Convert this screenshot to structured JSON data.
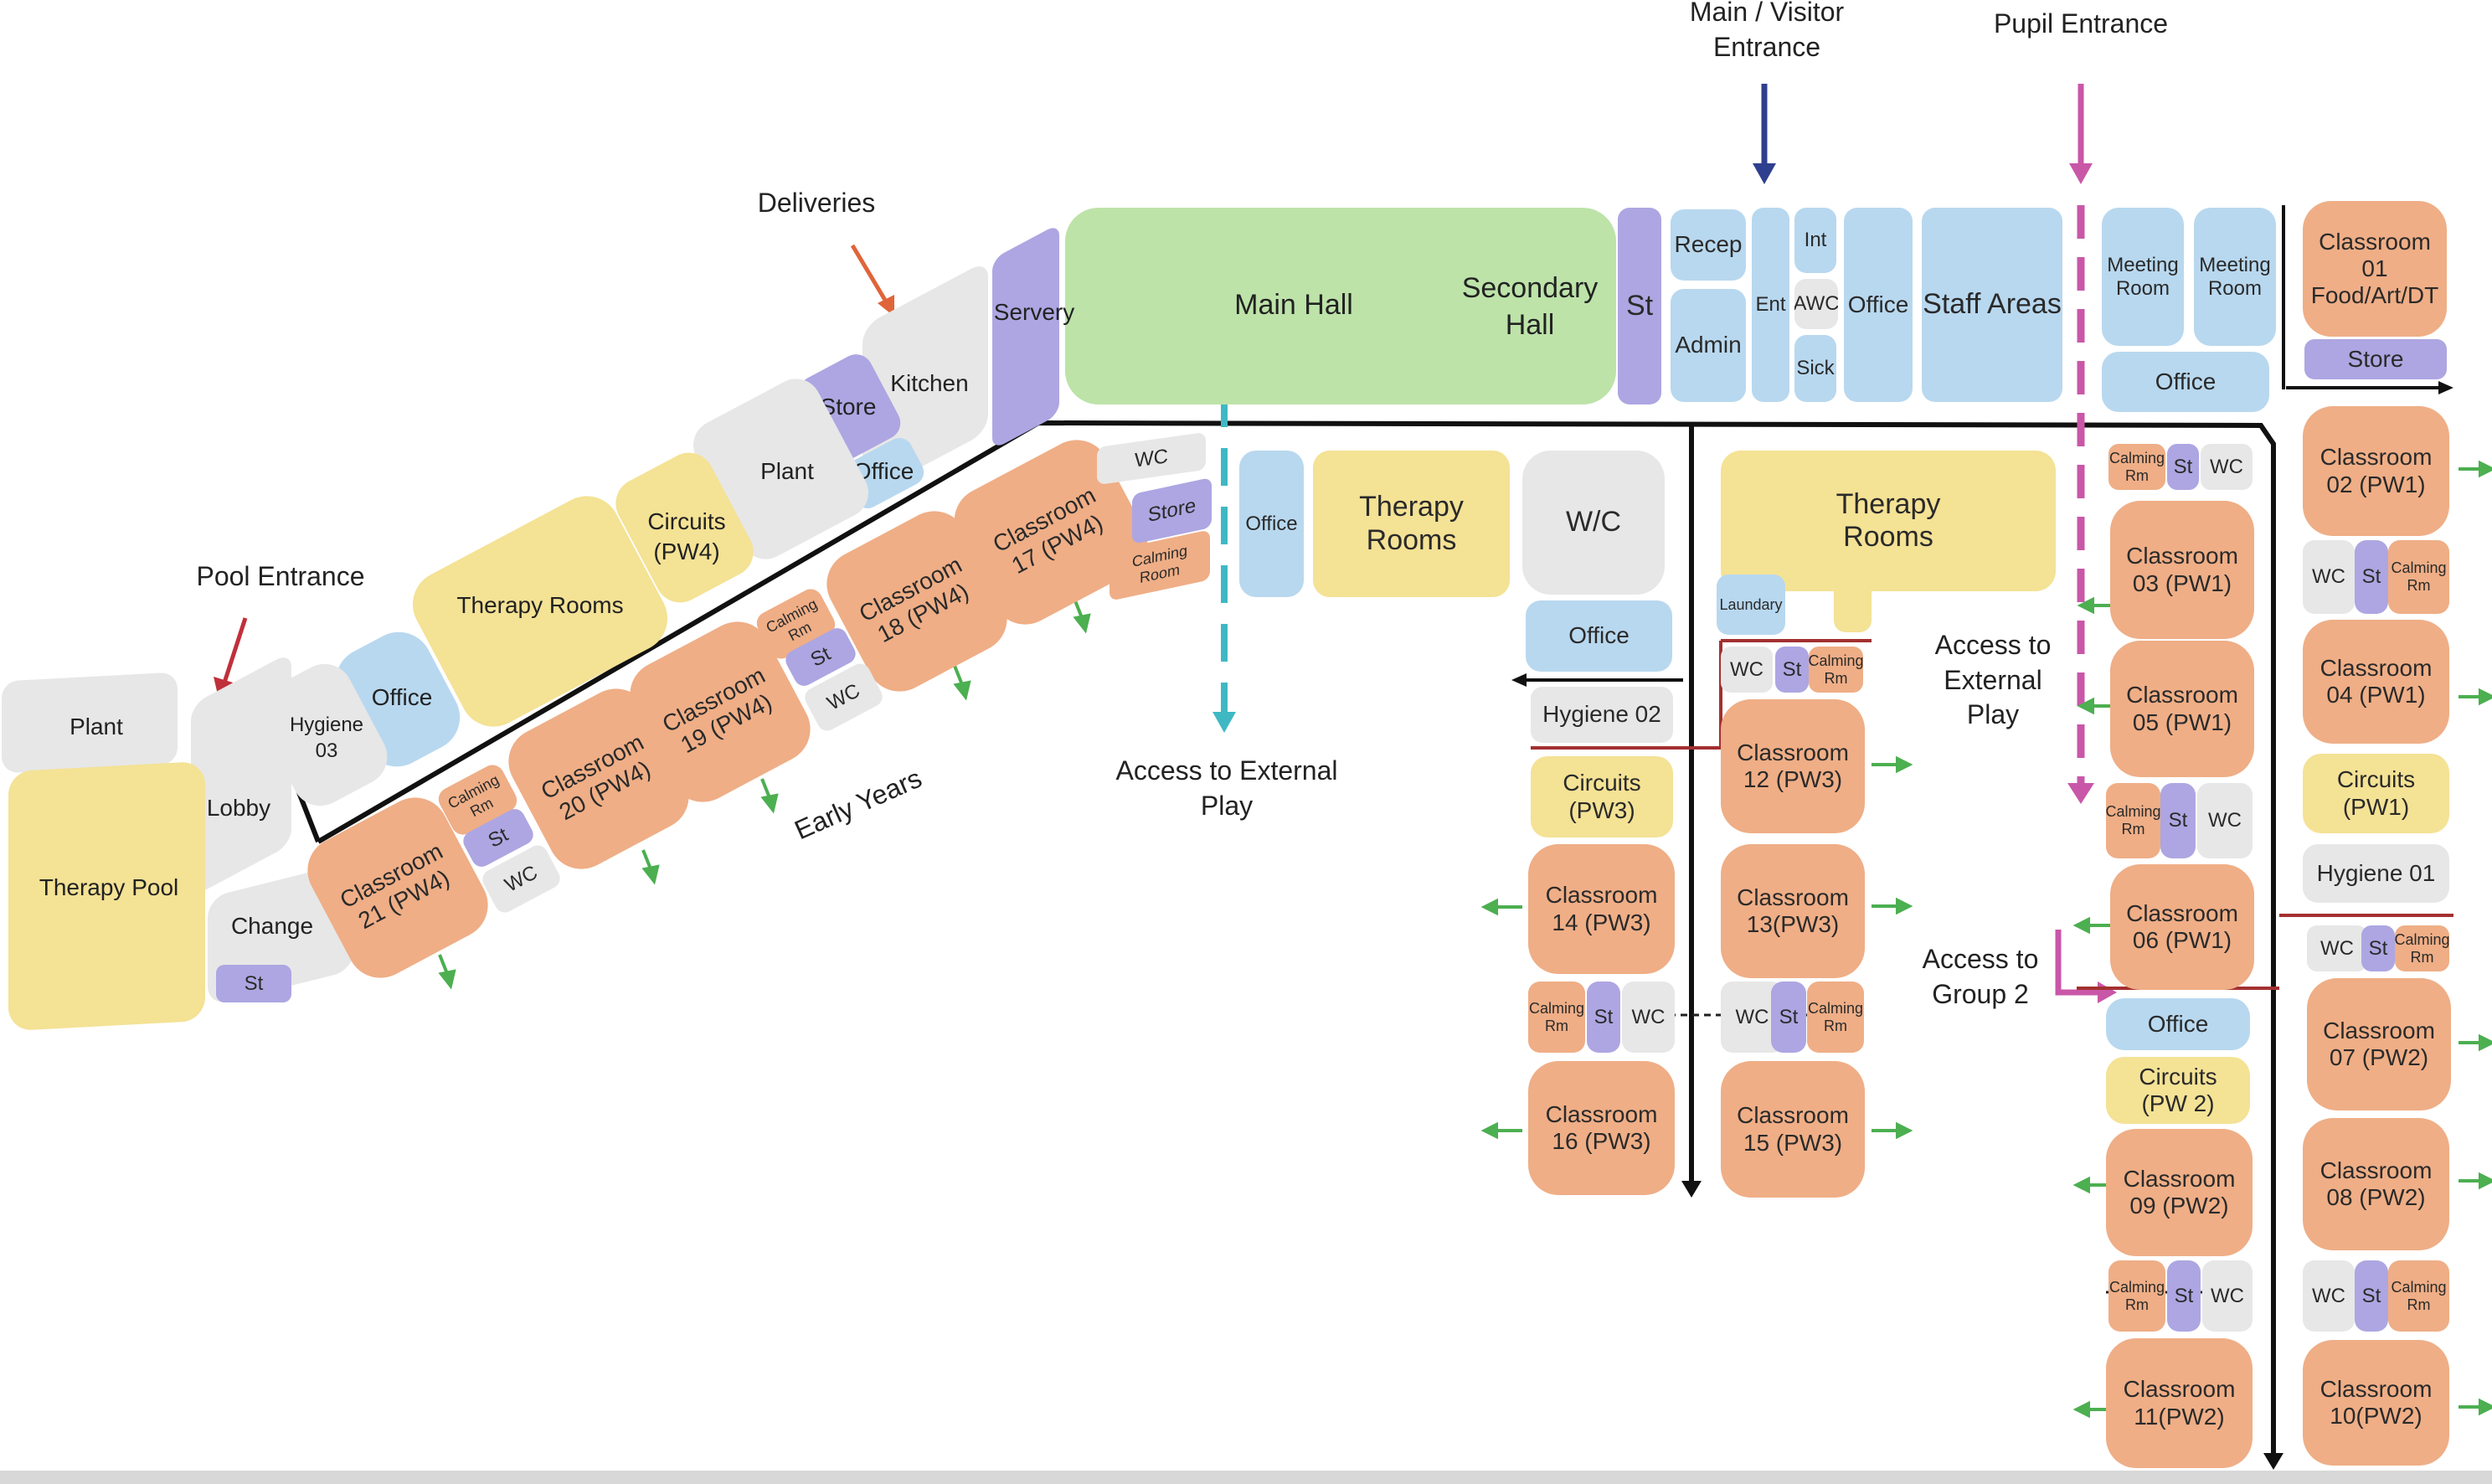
{
  "labels": {
    "main_visitor_entrance": "Main / Visitor\nEntrance",
    "pupil_entrance": "Pupil Entrance",
    "deliveries": "Deliveries",
    "pool_entrance": "Pool Entrance",
    "access_external_play_1": "Access to External\nPlay",
    "access_external_play_2": "Access to\nExternal\nPlay",
    "access_group_2": "Access to\nGroup 2",
    "early_years": "Early Years"
  },
  "rooms": {
    "main_hall": "Main Hall",
    "secondary_hall": "Secondary\nHall",
    "st": "St",
    "recep": "Recep",
    "admin": "Admin",
    "ent": "Ent",
    "int": "Int",
    "awc": "AWC",
    "sick": "Sick",
    "office": "Office",
    "staff_areas": "Staff Areas",
    "meeting_room": "Meeting\nRoom",
    "classroom_01": "Classroom 01\nFood/Art/DT",
    "store": "Store",
    "wc": "WC",
    "w_c": "W/C",
    "calming_rm": "Calming\nRm",
    "calming_room": "Calming\nRoom",
    "therapy_rooms": "Therapy\nRooms",
    "therapy_rooms_1line": "Therapy Rooms",
    "laundary": "Laundary",
    "hygiene_02": "Hygiene 02",
    "hygiene_01": "Hygiene 01",
    "hygiene_03": "Hygiene\n03",
    "circuits_pw3": "Circuits\n(PW3)",
    "circuits_pw1": "Circuits\n(PW1)",
    "circuits_pw2": "Circuits\n(PW 2)",
    "circuits_pw4": "Circuits\n(PW4)",
    "servery": "Servery",
    "kitchen": "Kitchen",
    "plant": "Plant",
    "lobby": "Lobby",
    "change": "Change",
    "therapy_pool": "Therapy Pool",
    "c02": "Classroom\n02 (PW1)",
    "c03": "Classroom\n03 (PW1)",
    "c04": "Classroom\n04 (PW1)",
    "c05": "Classroom\n05 (PW1)",
    "c06": "Classroom\n06 (PW1)",
    "c07": "Classroom\n07 (PW2)",
    "c08": "Classroom\n08 (PW2)",
    "c09": "Classroom\n09 (PW2)",
    "c10": "Classroom\n10(PW2)",
    "c11": "Classroom\n11(PW2)",
    "c12": "Classroom\n12 (PW3)",
    "c13": "Classroom\n13(PW3)",
    "c14": "Classroom\n14 (PW3)",
    "c15": "Classroom\n15 (PW3)",
    "c16": "Classroom\n16 (PW3)",
    "c17": "Classroom\n17 (PW4)",
    "c18": "Classroom\n18 (PW4)",
    "c19": "Classroom\n19 (PW4)",
    "c20": "Classroom\n20 (PW4)",
    "c21": "Classroom\n21 (PW4)"
  },
  "colors": {
    "classroom": "#efae86",
    "admin": "#b8d8ef",
    "therapy": "#f4e295",
    "hall": "#bde3a9",
    "store": "#ada6e2",
    "wc": "#e7e7e7",
    "visitor_arrow": "#2f3f8f",
    "pupil_arrow": "#c957a8",
    "deliveries_arrow": "#e0643a",
    "pool_arrow": "#c0303a",
    "play_arrow": "#3fb8c4",
    "exit_arrow": "#4caf50",
    "boundary": "#a33030"
  }
}
